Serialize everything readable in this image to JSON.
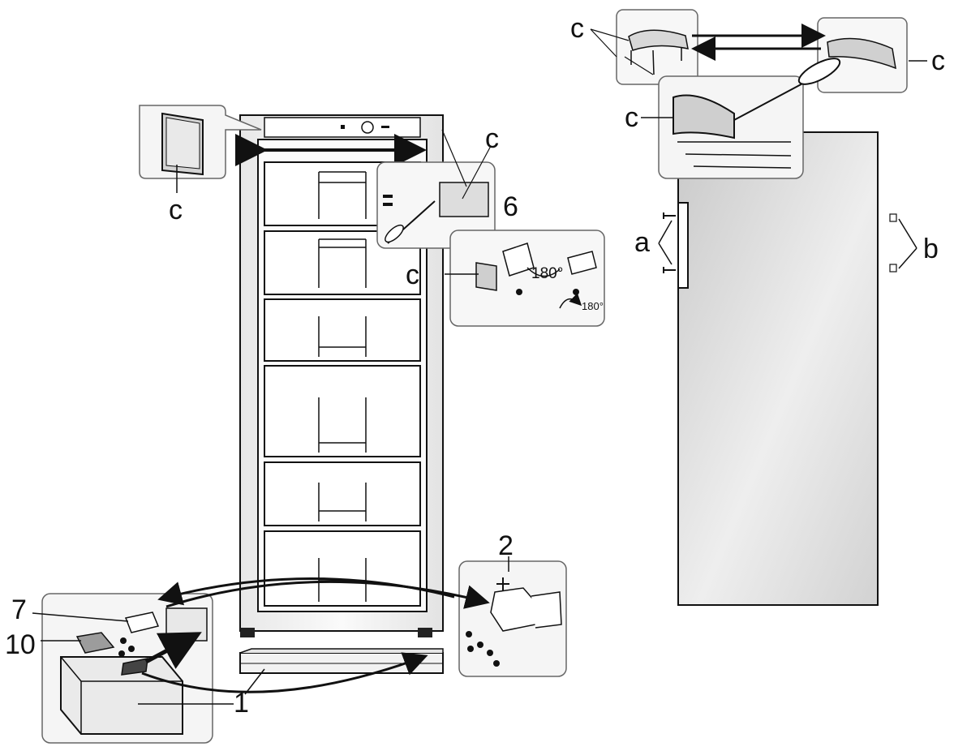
{
  "labels": {
    "c_top_left_group": "c",
    "c_top_right_cap": "c",
    "c_screwdriver_cap": "c",
    "c_left_cover": "c",
    "c_top_hinge_area": "c",
    "c_hinge_cover": "c",
    "six": "6",
    "a": "a",
    "b": "b",
    "two": "2",
    "seven": "7",
    "ten": "10",
    "one": "1",
    "deg_big": "180°",
    "deg_small": "180°"
  },
  "colors": {
    "ink": "#111111",
    "panel_fill": "#f7f7f7",
    "door_light": "#f0f0f0",
    "door_dark": "#c8c8c8",
    "box_stroke": "#666666"
  }
}
